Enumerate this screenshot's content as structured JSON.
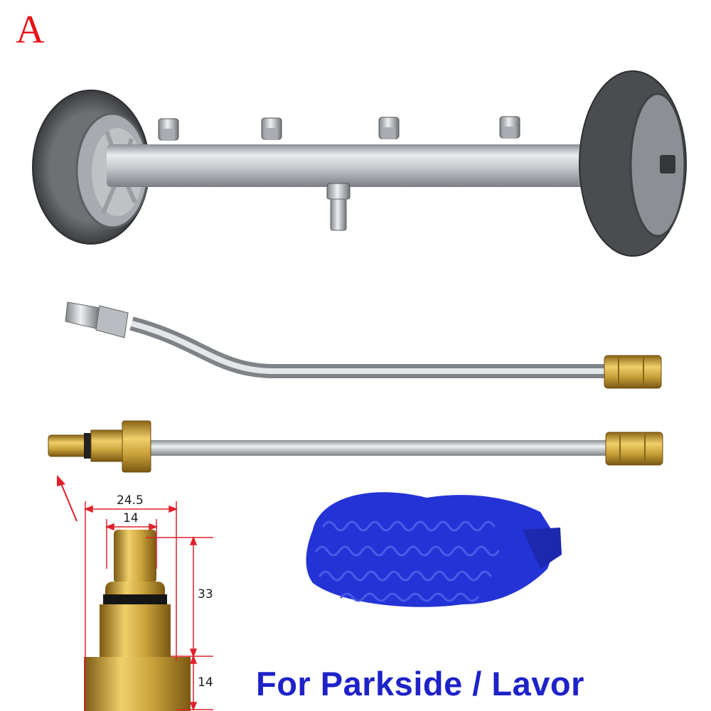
{
  "product": {
    "variant_label": "A",
    "caption": "For Parkside / Lavor"
  },
  "dimensions": {
    "width_outer": "24.5",
    "width_inner": "14",
    "height_upper": "33",
    "height_lower": "14"
  },
  "colors": {
    "variant_label": "#e8141b",
    "caption": "#1e22c8",
    "dimension_line": "#e0202a",
    "brass": "#c9a13a",
    "steel": "#c9ccd0",
    "mitt": "#2433d6"
  },
  "icons": {
    "undercarriage_cleaner": "wheeled-spray-bar",
    "bent_wand": "bent-extension-wand",
    "straight_wand": "straight-extension-wand",
    "adapter": "brass-adapter",
    "mitt": "microfiber-wash-mitt",
    "pointer": "arrow-pointer"
  }
}
